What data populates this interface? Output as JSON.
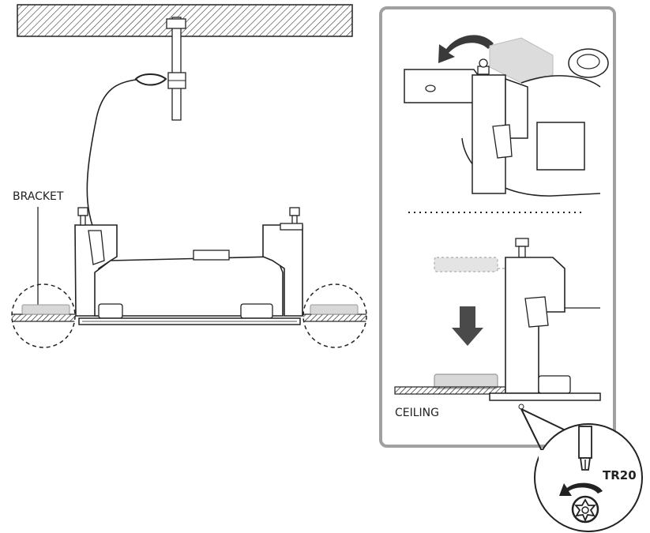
{
  "labels": {
    "bracket": "BRACKET",
    "ceiling": "CEILING",
    "tool": "TR20"
  },
  "colors": {
    "line": "#1a1a1a",
    "panel_border": "#a0a0a0",
    "bracket_fill": "#d8d8d8",
    "arrow": "#4a4a4a",
    "ghost": "#cfcfcf"
  },
  "icons": {
    "rotate_arrow": "curved-arrow-counterclockwise-icon",
    "down_arrow": "arrow-down-icon",
    "torx_screw": "torx-screw-icon",
    "screwdriver": "torx-screwdriver-icon"
  }
}
